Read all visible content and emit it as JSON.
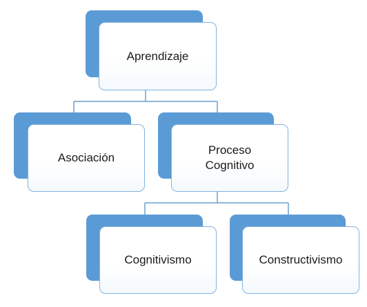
{
  "diagram": {
    "root": {
      "label": "Aprendizaje"
    },
    "level2": [
      {
        "label": "Asociación"
      },
      {
        "label_line1": "Proceso",
        "label_line2": "Cognitivo"
      }
    ],
    "level3": [
      {
        "label": "Cognitivismo"
      },
      {
        "label": "Constructivismo"
      }
    ],
    "colors": {
      "accent": "#5b9bd5",
      "border": "#7fb2df",
      "connector": "#6a9fcf",
      "text": "#1a1a1a"
    }
  }
}
